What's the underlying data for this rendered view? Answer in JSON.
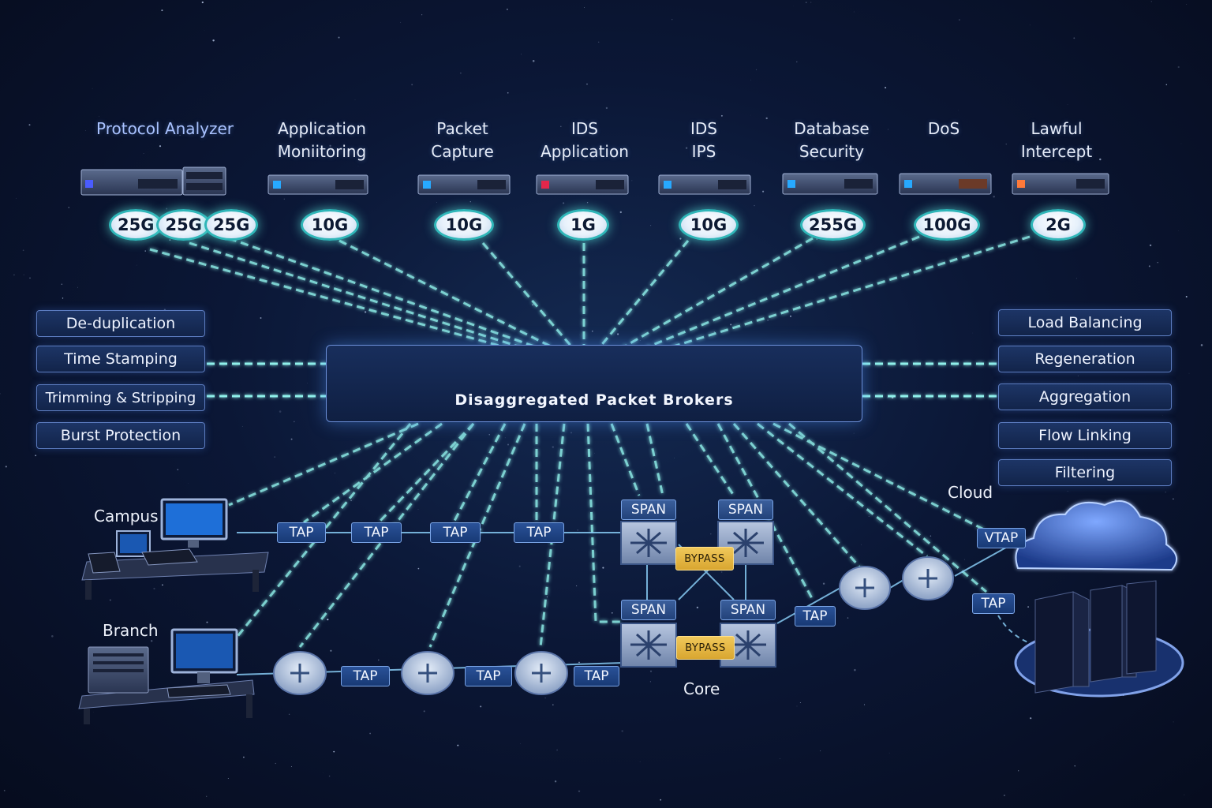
{
  "tools": [
    {
      "label_1": "Protocol Analyzer",
      "label_2": ""
    },
    {
      "label_1": "Application",
      "label_2": "Moniitoring"
    },
    {
      "label_1": "Packet",
      "label_2": "Capture"
    },
    {
      "label_1": "IDS",
      "label_2": "Application"
    },
    {
      "label_1": "IDS",
      "label_2": "IPS"
    },
    {
      "label_1": "Database",
      "label_2": "Security"
    },
    {
      "label_1": "DoS",
      "label_2": ""
    },
    {
      "label_1": "Lawful",
      "label_2": "Intercept"
    }
  ],
  "port_rates": [
    "25G",
    "25G",
    "25G",
    "10G",
    "10G",
    "1G",
    "10G",
    "255G",
    "100G",
    "2G"
  ],
  "left_functions": [
    "De-duplication",
    "Time Stamping",
    "Trimming & Stripping",
    "Burst Protection"
  ],
  "right_functions": [
    "Load Balancing",
    "Regeneration",
    "Aggregation",
    "Flow Linking",
    "Filtering"
  ],
  "broker_title": "Disaggregated Packet Brokers",
  "network": {
    "campus_label": "Campus",
    "branch_label": "Branch",
    "core_label": "Core",
    "cloud_label": "Cloud",
    "tap_label": "TAP",
    "vtap_label": "VTAP",
    "span_label": "SPAN",
    "bypass_label": "BYPASS"
  },
  "colors": {
    "background": "#0b1736",
    "link_cyan": "#8ff0ea",
    "rate_ring": "#2fb6b8",
    "tap_blue": "#22478a",
    "bypass_gold": "#e4b445"
  }
}
